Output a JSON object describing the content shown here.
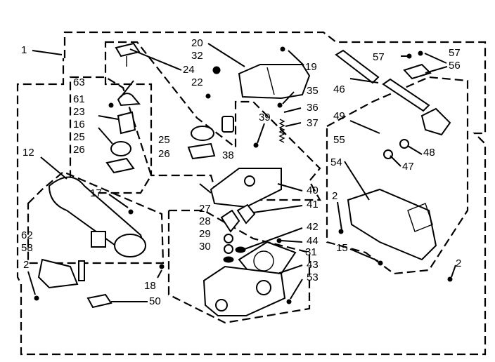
{
  "diagram": {
    "callouts": [
      "1",
      "2",
      "2",
      "2",
      "12",
      "15",
      "16",
      "17",
      "18",
      "19",
      "20",
      "22",
      "23",
      "24",
      "25",
      "25",
      "26",
      "26",
      "27",
      "28",
      "29",
      "30",
      "31",
      "32",
      "35",
      "36",
      "37",
      "38",
      "39",
      "40",
      "41",
      "42",
      "43",
      "44",
      "46",
      "47",
      "48",
      "49",
      "50",
      "53",
      "54",
      "55",
      "56",
      "57",
      "57",
      "58",
      "61",
      "62",
      "63"
    ]
  }
}
